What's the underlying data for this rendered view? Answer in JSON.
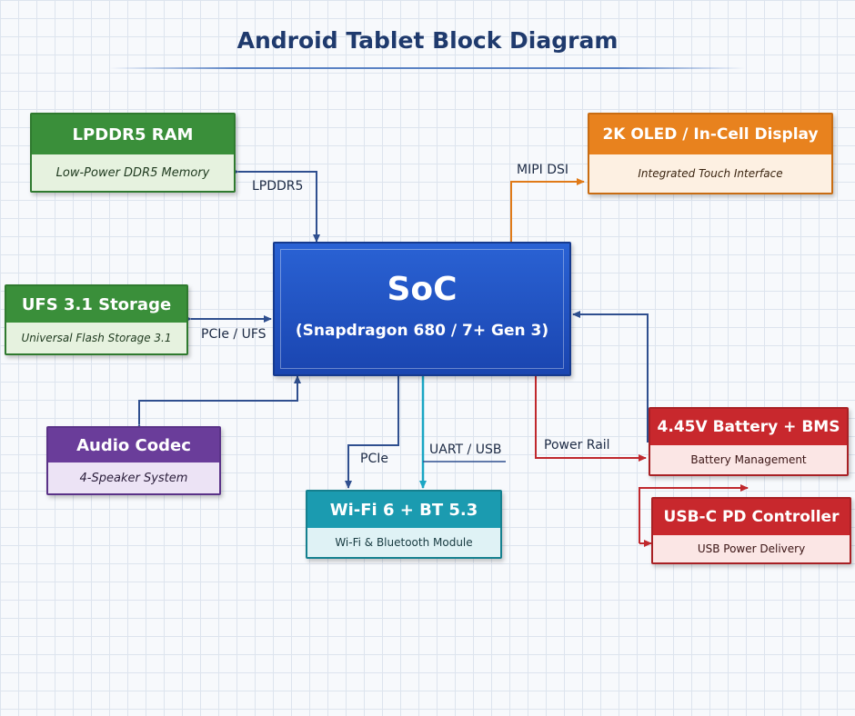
{
  "title": "Android Tablet Block Diagram",
  "soc": {
    "title": "SoC",
    "subtitle": "(Snapdragon 680 / 7+ Gen 3)"
  },
  "blocks": {
    "ram": {
      "title": "LPDDR5 RAM",
      "subtitle": "Low-Power DDR5 Memory"
    },
    "storage": {
      "title": "UFS 3.1 Storage",
      "subtitle": "Universal Flash Storage 3.1"
    },
    "audio": {
      "title": "Audio Codec",
      "subtitle": "4-Speaker System"
    },
    "wifi": {
      "title": "Wi-Fi 6 + BT 5.3",
      "subtitle": "Wi-Fi & Bluetooth Module"
    },
    "display": {
      "title": "2K OLED / In-Cell Display",
      "subtitle": "Integrated Touch Interface"
    },
    "battery": {
      "title": "4.45V Battery + BMS",
      "subtitle": "Battery Management"
    },
    "usbc": {
      "title": "USB-C PD Controller",
      "subtitle": "USB Power Delivery"
    }
  },
  "links": {
    "lpddr5": "LPDDR5",
    "pcie_ufs": "PCIe / UFS",
    "mipi_dsi": "MIPI DSI",
    "pcie": "PCIe",
    "uart_usb": "UART / USB",
    "power_rail": "Power Rail"
  },
  "colors": {
    "soc": "#1c4fbf",
    "ram": "#3a8f3a",
    "storage": "#3a8f3a",
    "audio": "#6a3d9a",
    "wifi": "#1b9bb0",
    "display": "#e8821e",
    "battery": "#c8282d",
    "usbc": "#c8282d",
    "wire_blue": "#2f4f8f",
    "wire_orange": "#e07a18",
    "wire_red": "#c0282d",
    "wire_cyan": "#1aa6c4"
  }
}
